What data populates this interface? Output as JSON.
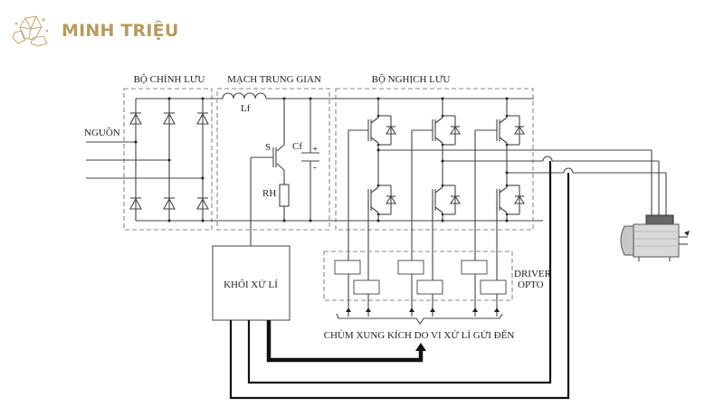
{
  "brand": {
    "name": "MINH TRIỆU",
    "icon": "crystal-logo-icon",
    "color": "#b89a5e"
  },
  "diagram": {
    "title_rectifier": "BỘ CHỈNH LƯU",
    "title_intermediate": "MẠCH TRUNG GIAN",
    "title_inverter": "BỘ NGHỊCH LƯU",
    "source_label": "NGUỒN",
    "inductor_label": "Lf",
    "switch_label": "S",
    "capacitor_label": "Cf",
    "plus": "+",
    "minus": "-",
    "resistor_label": "RH",
    "processor_label": "KHỐI XỬ LÍ",
    "driver_label_1": "DRIVER",
    "driver_label_2": "OPTO",
    "pulse_label": "CHÙM XUNG KÍCH DO VI XỬ LÍ GỬI ĐẾN",
    "motor": "motor-icon"
  }
}
